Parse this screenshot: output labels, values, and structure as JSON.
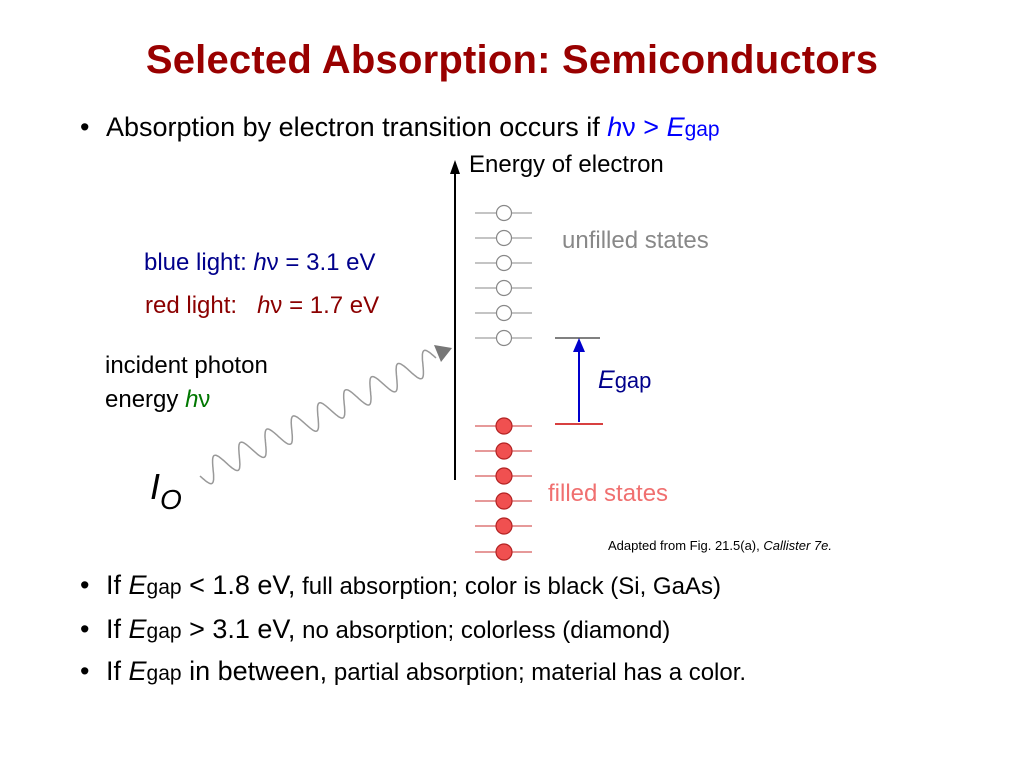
{
  "title": "Selected Absorption:  Semiconductors",
  "bullet_top": {
    "text": "Absorption by electron transition occurs if ",
    "h": "h",
    "nu": "ν",
    "gt": " > ",
    "E": "E",
    "gap": "gap"
  },
  "diagram": {
    "axis_label": "Energy of electron",
    "unfilled_label": "unfilled states",
    "filled_label": "filled states",
    "egap_E": "E",
    "egap_sub": "gap",
    "blue_light": {
      "prefix": "blue light: ",
      "h": "h",
      "nu": "ν",
      "rest": " = 3.1 eV",
      "color": "#00008b"
    },
    "red_light": {
      "prefix": "red light:   ",
      "h": "h",
      "nu": "ν",
      "rest": " = 1.7 eV",
      "color": "#8b0000"
    },
    "incident_line1": "incident photon",
    "incident_line2_prefix": "energy ",
    "incident_h": "h",
    "incident_nu": "ν",
    "io_I": "I",
    "io_sub": "O",
    "credit_prefix": "Adapted from Fig. 21.5(a), ",
    "credit_italic": "Callister 7e.",
    "colors": {
      "unfilled": "#888888",
      "filled_fill": "#f05050",
      "filled_label": "#f07070",
      "egap_arrow": "#0000cc",
      "egap_line": "#cc0000",
      "green_hv": "#007700"
    }
  },
  "bullets_bottom": [
    {
      "if": "If ",
      "E": "E",
      "gap": "gap",
      "cond": " < 1.8 eV,",
      "rest": " full absorption; color is black (Si, GaAs)"
    },
    {
      "if": "If ",
      "E": "E",
      "gap": "gap",
      "cond": " > 3.1 eV,",
      "rest": " no absorption; colorless (diamond)"
    },
    {
      "if": "If ",
      "E": "E",
      "gap": "gap",
      "cond": " in between,",
      "rest": " partial absorption; material has a color."
    }
  ]
}
